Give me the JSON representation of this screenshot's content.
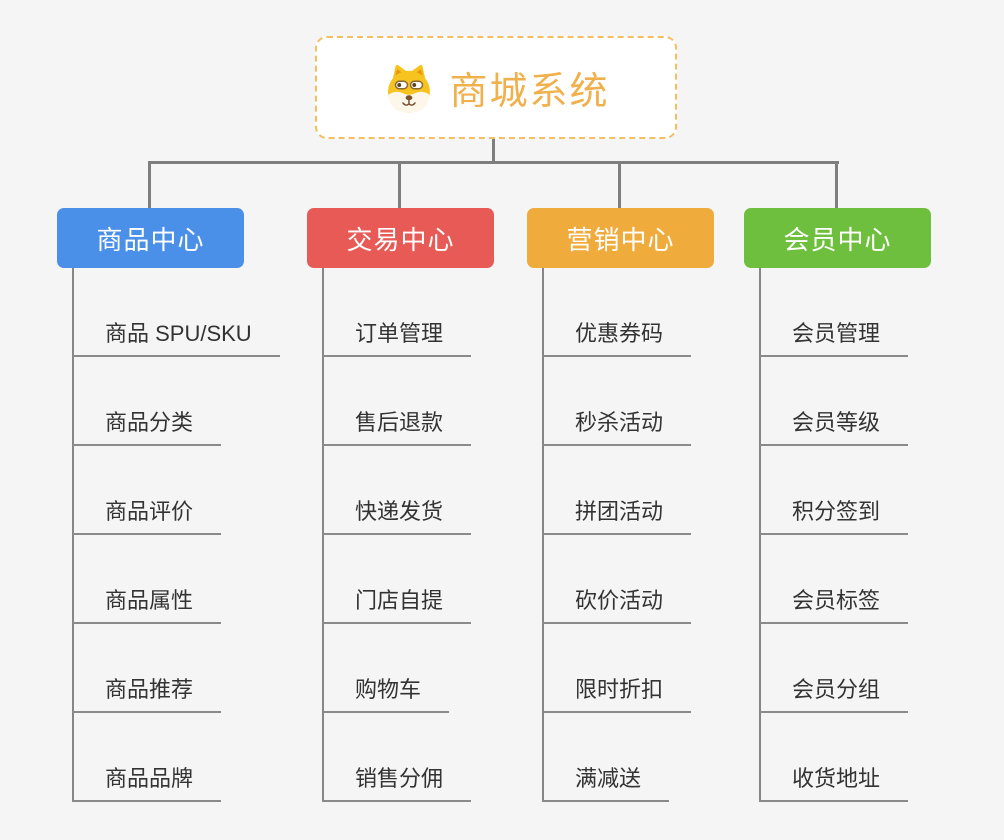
{
  "root": {
    "title": "商城系统",
    "icon": "dog-face-icon"
  },
  "branches": [
    {
      "label": "商品中心",
      "color": "#4A8FE8",
      "children": [
        "商品 SPU/SKU",
        "商品分类",
        "商品评价",
        "商品属性",
        "商品推荐",
        "商品品牌"
      ]
    },
    {
      "label": "交易中心",
      "color": "#E85A55",
      "children": [
        "订单管理",
        "售后退款",
        "快递发货",
        "门店自提",
        "购物车",
        "销售分佣"
      ]
    },
    {
      "label": "营销中心",
      "color": "#EFAB3C",
      "children": [
        "优惠券码",
        "秒杀活动",
        "拼团活动",
        "砍价活动",
        "限时折扣",
        "满减送"
      ]
    },
    {
      "label": "会员中心",
      "color": "#6FBF3E",
      "children": [
        "会员管理",
        "会员等级",
        "积分签到",
        "会员标签",
        "会员分组",
        "收货地址"
      ]
    }
  ],
  "palette": {
    "background": "#F5F5F6",
    "connector_line": "#7E7E7E",
    "underline": "#8A8A8A",
    "root_border": "#F5BE62",
    "root_text": "#F0B04C",
    "child_text": "#333333"
  }
}
